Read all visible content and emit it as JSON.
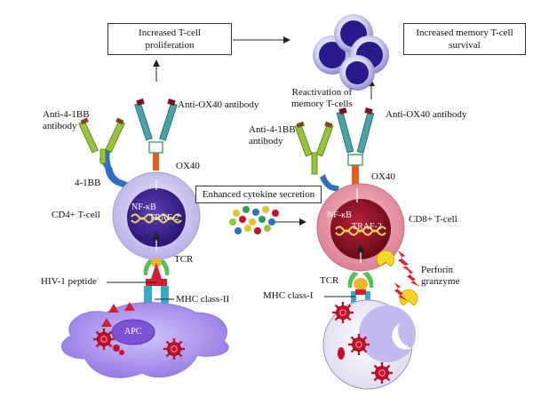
{
  "boxes": {
    "proliferation_line1": "Increased T-cell",
    "proliferation_line2": "proliferation",
    "memory_line1": "Increased memory T-cell",
    "memory_line2": "survival",
    "cytokine": "Enhanced cytokine secretion"
  },
  "left": {
    "antibody_41bb_line1": "Anti-4-1BB",
    "antibody_41bb_line2": "antibody",
    "antibody_ox40": "Anti-OX40 antibody",
    "receptor_41bb": "4-1BB",
    "receptor_ox40": "OX40",
    "cell_label": "CD4+ T-cell",
    "nfkb": "NF-κB",
    "traf2": "TRAF-2",
    "tcr": "TCR",
    "peptide": "HIV-1 peptide",
    "mhc": "MHC class-II",
    "apc": "APC"
  },
  "right": {
    "reactivation_line1": "Reactivation of",
    "reactivation_line2": "memory T-cells",
    "antibody_41bb_line1": "Anti-4-1BB",
    "antibody_41bb_line2": "antibody",
    "antibody_ox40": "Anti-OX40 antibody",
    "receptor_ox40": "OX40",
    "cell_label": "CD8+ T-cell",
    "nfkb": "NF-κB",
    "traf2": "TRAF-2",
    "tcr": "TCR",
    "perforin_line1": "Perforin",
    "perforin_line2": "granzyme",
    "mhc": "MHC class-I"
  },
  "colors": {
    "cd4_outer": "#c9c3ec",
    "cd4_nucleus": "#3b1e8e",
    "cd8_outer": "#e79aa8",
    "cd8_nucleus": "#8a0f1e",
    "apc": "#a98cef",
    "virus": "#c4102a",
    "receptor_stem": "#e0601c",
    "antibody_teal": "#4aa3a8",
    "antibody_green": "#98c43c",
    "memory_cell": "#2a1a8c"
  }
}
